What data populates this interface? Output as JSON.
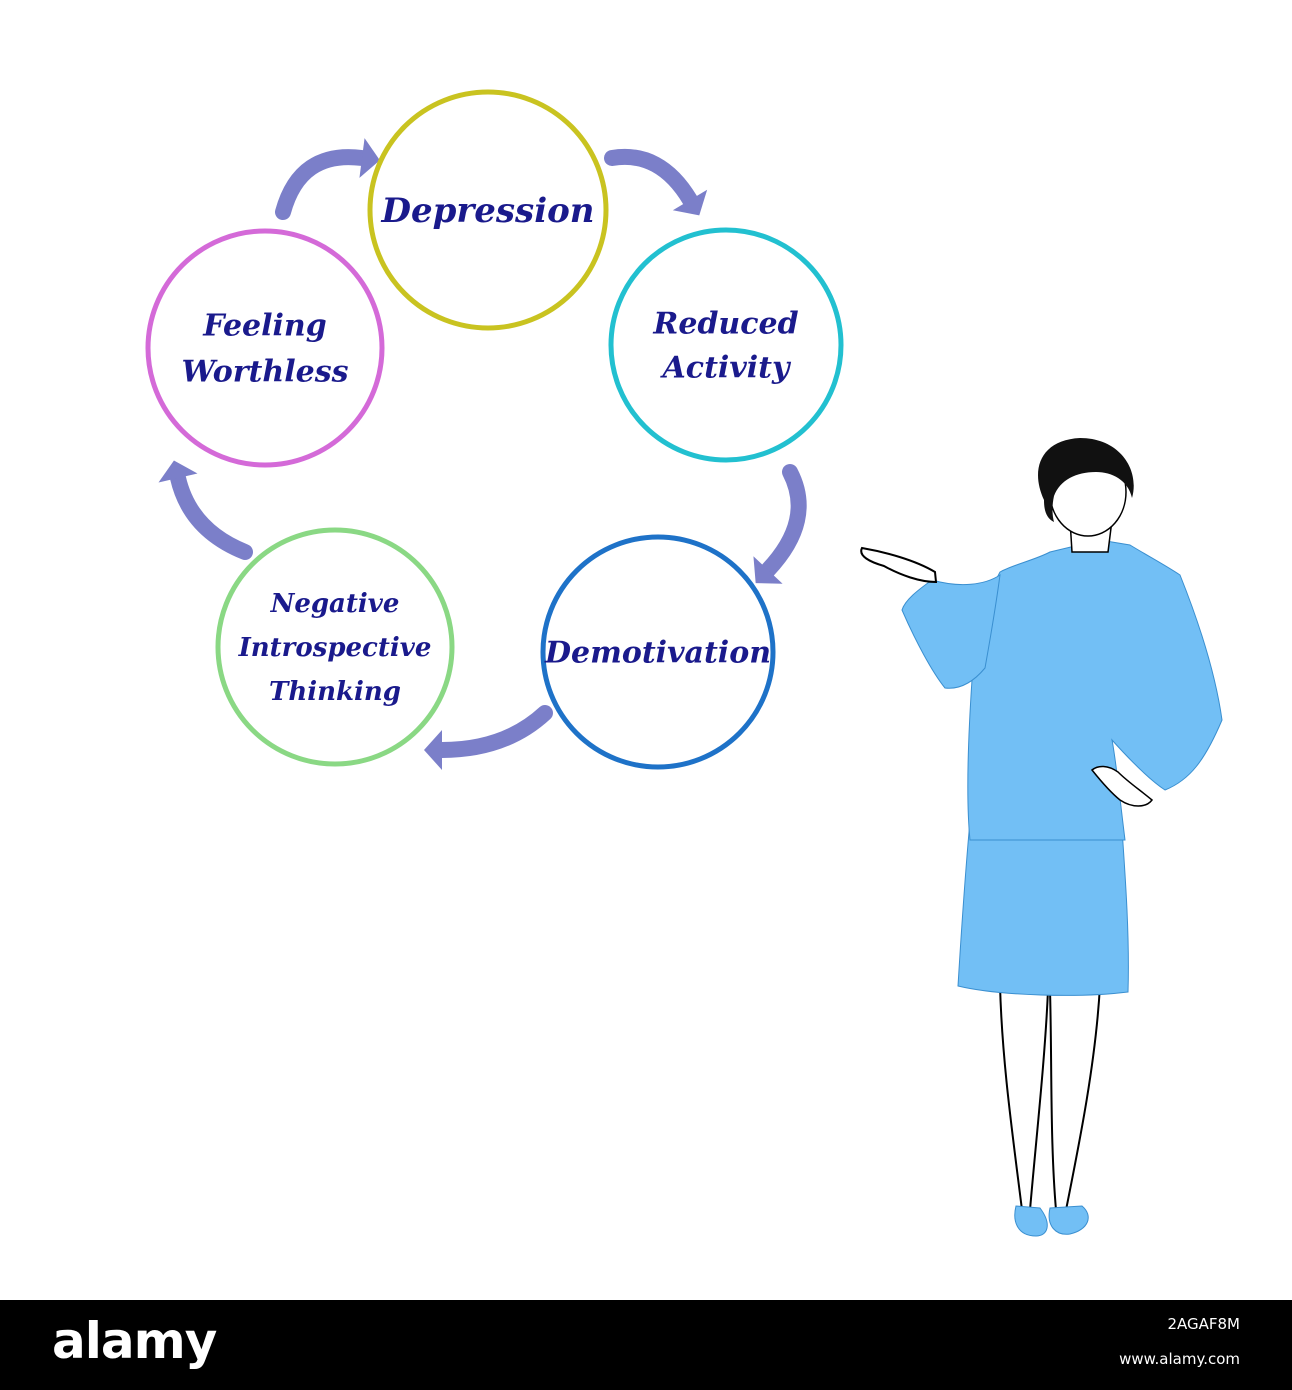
{
  "nodes": [
    {
      "id": "depression",
      "lines": [
        "Depression"
      ],
      "color": "#c9c320"
    },
    {
      "id": "reduced-activity",
      "lines": [
        "Reduced",
        "Activity"
      ],
      "color": "#22c0d0"
    },
    {
      "id": "demotivation",
      "lines": [
        "Demotivation"
      ],
      "color": "#1e72c8"
    },
    {
      "id": "negative-introspective-thinking",
      "lines": [
        "Negative",
        "Introspective",
        "Thinking"
      ],
      "color": "#8ad884"
    },
    {
      "id": "feeling-worthless",
      "lines": [
        "Feeling",
        "Worthless"
      ],
      "color": "#d46ad8"
    }
  ],
  "arrow_color": "#7b7fc9",
  "figure_colors": {
    "suit": "#72bff5",
    "hair": "#111111",
    "outline": "#000000"
  },
  "footer": {
    "brand": "alamy",
    "image_code": "2AGAF8M",
    "site": "www.alamy.com"
  }
}
